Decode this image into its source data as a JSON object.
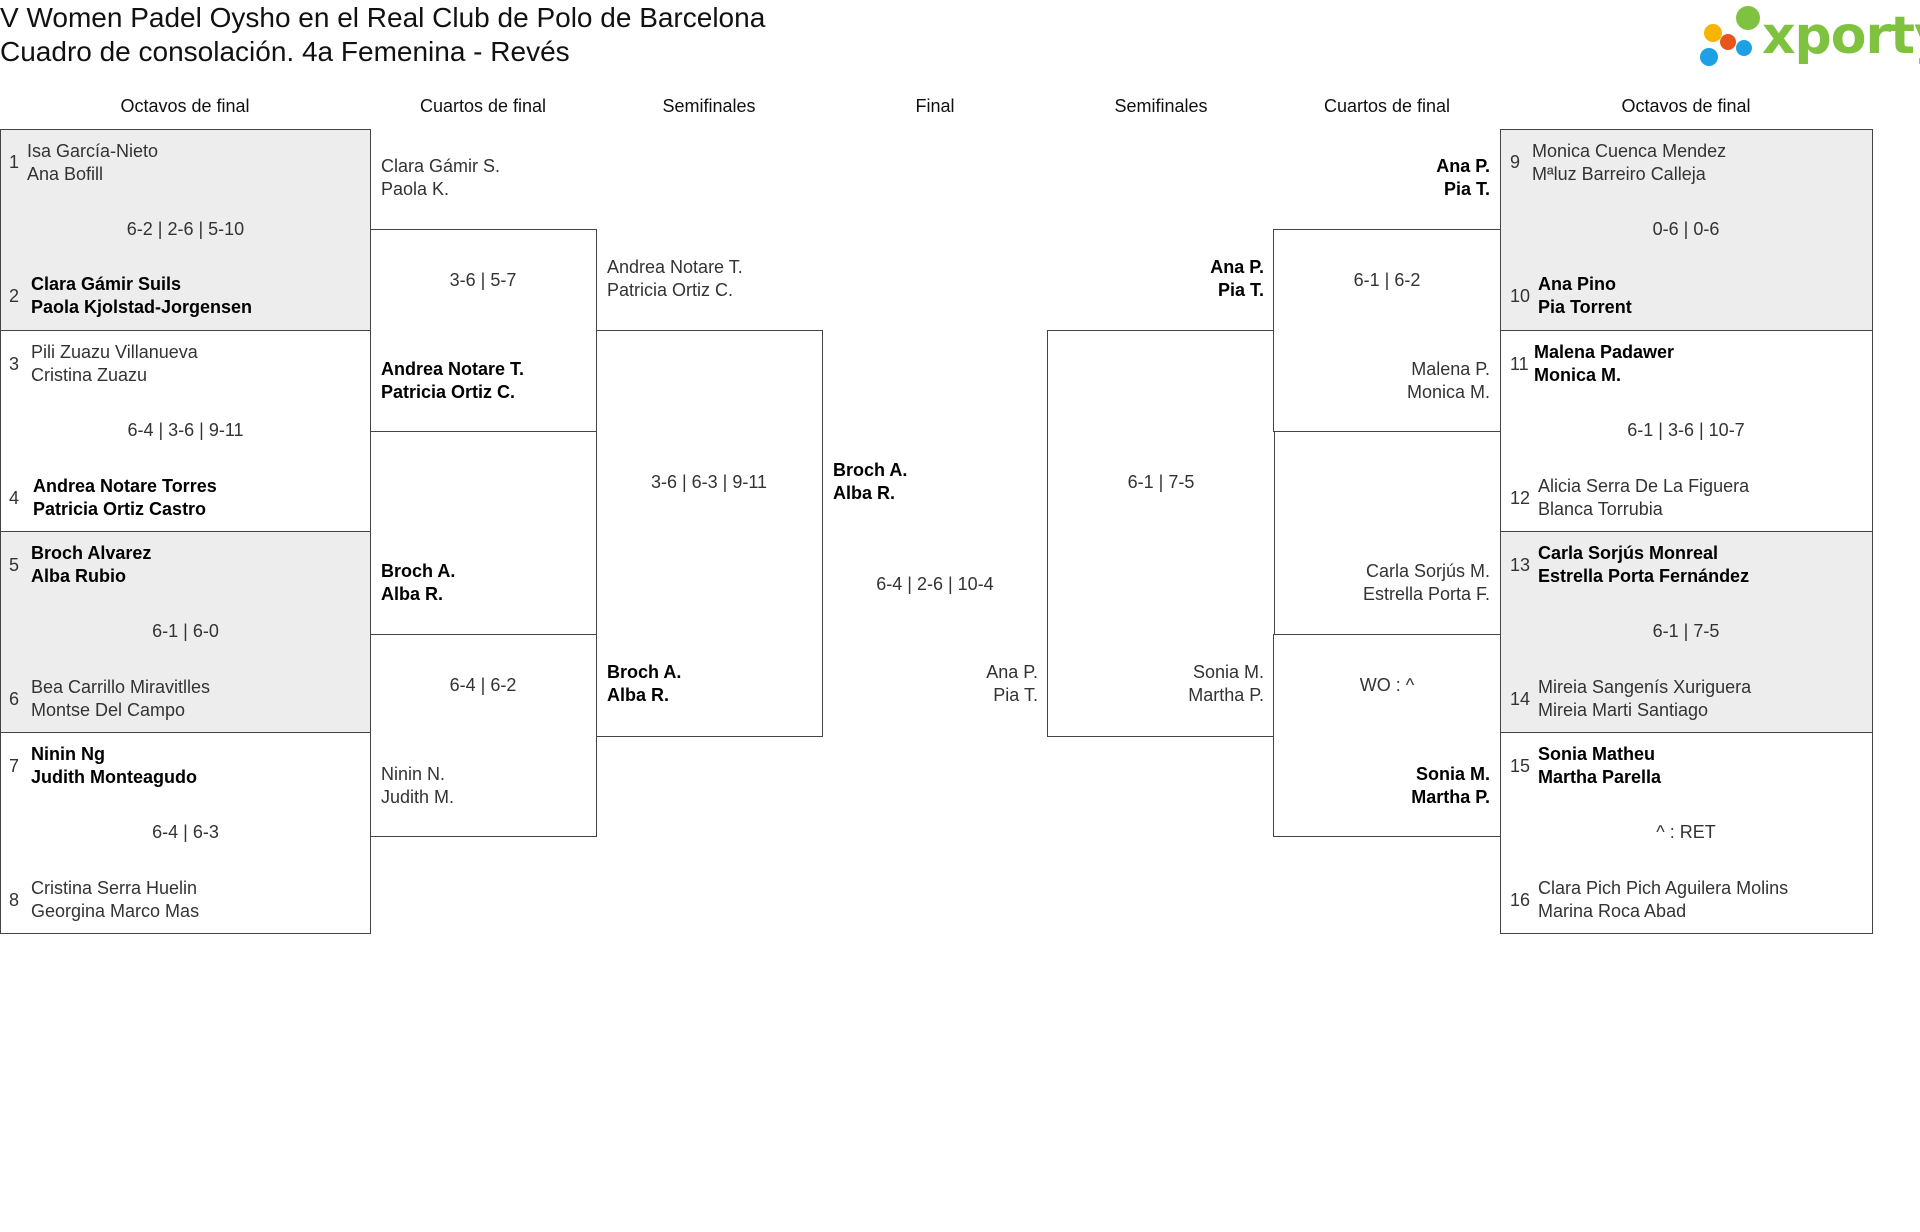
{
  "header": {
    "title": "V Women Padel Oysho en el Real Club de Polo de Barcelona",
    "subtitle": "Cuadro de consolación. 4a Femenina - Revés",
    "logo_text": "xporty"
  },
  "rounds": {
    "left_r16": "Octavos de final",
    "left_qf": "Cuartos de final",
    "left_sf": "Semifinales",
    "final": "Final",
    "right_sf": "Semifinales",
    "right_qf": "Cuartos de final",
    "right_r16": "Octavos de final"
  },
  "left_r16": [
    {
      "seed_a": "1",
      "a1": "Isa García-Nieto",
      "a2": "Ana Bofill",
      "score": "6-2 | 2-6 | 5-10",
      "seed_b": "2",
      "b1": "Clara Gámir Suils",
      "b2": "Paola Kjolstad-Jorgensen",
      "winner": "b"
    },
    {
      "seed_a": "3",
      "a1": "Pili Zuazu Villanueva",
      "a2": "Cristina Zuazu",
      "score": "6-4 | 3-6 | 9-11",
      "seed_b": "4",
      "b1": "Andrea Notare Torres",
      "b2": "Patricia Ortiz Castro",
      "winner": "b"
    },
    {
      "seed_a": "5",
      "a1": "Broch Alvarez",
      "a2": "Alba Rubio",
      "score": "6-1 | 6-0",
      "seed_b": "6",
      "b1": "Bea Carrillo Miravitlles",
      "b2": "Montse Del Campo",
      "winner": "a"
    },
    {
      "seed_a": "7",
      "a1": "Ninin Ng",
      "a2": "Judith Monteagudo",
      "score": "6-4 | 6-3",
      "seed_b": "8",
      "b1": "Cristina Serra Huelin",
      "b2": "Georgina Marco Mas",
      "winner": "a"
    }
  ],
  "right_r16": [
    {
      "seed_a": "9",
      "a1": "Monica Cuenca Mendez",
      "a2": "Mªluz Barreiro Calleja",
      "score": "0-6 | 0-6",
      "seed_b": "10",
      "b1": "Ana Pino",
      "b2": "Pia Torrent",
      "winner": "b"
    },
    {
      "seed_a": "11",
      "a1": "Malena Padawer",
      "a2": "Monica M.",
      "score": "6-1 | 3-6 | 10-7",
      "seed_b": "12",
      "b1": "Alicia Serra De La Figuera",
      "b2": "Blanca Torrubia",
      "winner": "a"
    },
    {
      "seed_a": "13",
      "a1": "Carla Sorjús Monreal",
      "a2": "Estrella Porta Fernández",
      "score": "6-1 | 7-5",
      "seed_b": "14",
      "b1": "Mireia Sangenís Xuriguera",
      "b2": "Mireia Marti Santiago",
      "winner": "a"
    },
    {
      "seed_a": "15",
      "a1": "Sonia Matheu",
      "a2": "Martha Parella",
      "score": "^ : RET",
      "seed_b": "16",
      "b1": "Clara Pich Pich Aguilera Molins",
      "b2": "Marina Roca Abad",
      "winner": "a"
    }
  ],
  "left_qf": [
    {
      "a1": "Clara Gámir S.",
      "a2": "Paola K.",
      "score": "3-6 | 5-7",
      "b1": "Andrea Notare T.",
      "b2": "Patricia Ortiz C.",
      "winner": "b"
    },
    {
      "a1": "Broch A.",
      "a2": "Alba R.",
      "score": "6-4 | 6-2",
      "b1": "Ninin N.",
      "b2": "Judith M.",
      "winner": "a"
    }
  ],
  "right_qf": [
    {
      "a1": "Ana P.",
      "a2": "Pia T.",
      "score": "6-1 | 6-2",
      "b1": "Malena P.",
      "b2": "Monica M.",
      "winner": "a"
    },
    {
      "a1": "Carla Sorjús M.",
      "a2": "Estrella Porta F.",
      "score": "WO : ^",
      "b1": "Sonia M.",
      "b2": "Martha P.",
      "winner": "b"
    }
  ],
  "left_sf": {
    "a1": "Andrea Notare T.",
    "a2": "Patricia Ortiz C.",
    "score": "3-6 | 6-3 | 9-11",
    "b1": "Broch A.",
    "b2": "Alba R.",
    "winner": "b"
  },
  "right_sf": {
    "a1": "Ana P.",
    "a2": "Pia T.",
    "score": "6-1 | 7-5",
    "b1": "Sonia M.",
    "b2": "Martha P.",
    "winner": "a"
  },
  "final": {
    "a1": "Broch A.",
    "a2": "Alba R.",
    "score": "6-4 | 2-6 | 10-4",
    "b1": "Ana P.",
    "b2": "Pia T.",
    "winner": "a"
  }
}
